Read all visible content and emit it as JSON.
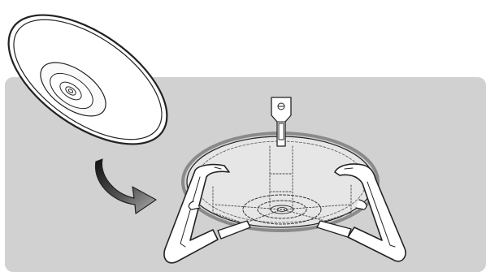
{
  "diagram": {
    "panel_color": "#d1d1d1",
    "line_color": "#222222",
    "fill_white": "#ffffff",
    "arrow_gradient": [
      "#111111",
      "#9a9a9a"
    ],
    "parts": {
      "base_plate": "disc-base-plate",
      "stand": "stand-legs-assembly",
      "mount_post": "center-mount-post",
      "direction": "curved-arrow-icon"
    }
  }
}
